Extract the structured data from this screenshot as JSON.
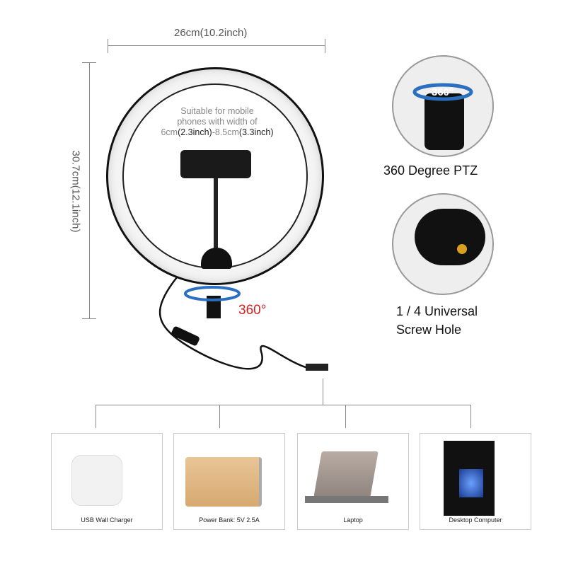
{
  "dimensions": {
    "width": "26cm(10.2inch)",
    "height": "30.7cm(12.1inch)"
  },
  "phone_note": {
    "line1": "Suitable for mobile",
    "line2": "phones with width of",
    "min_cm": "6cm",
    "min_in": "(2.3inch)",
    "sep": "-8.5cm",
    "max_in": "(3.3inch)"
  },
  "rotation_label": "360°",
  "ptz_badge": "360°",
  "features": [
    {
      "caption": "360 Degree PTZ"
    },
    {
      "caption_line1": "1 / 4 Universal",
      "caption_line2": "Screw Hole"
    }
  ],
  "power_sources": [
    {
      "label": "USB Wall Charger"
    },
    {
      "label": "Power Bank: 5V 2.5A"
    },
    {
      "label": "Laptop"
    },
    {
      "label": "Desktop Computer"
    }
  ],
  "colors": {
    "accent_red": "#d42020",
    "arrow_blue": "#2a6fc0"
  }
}
